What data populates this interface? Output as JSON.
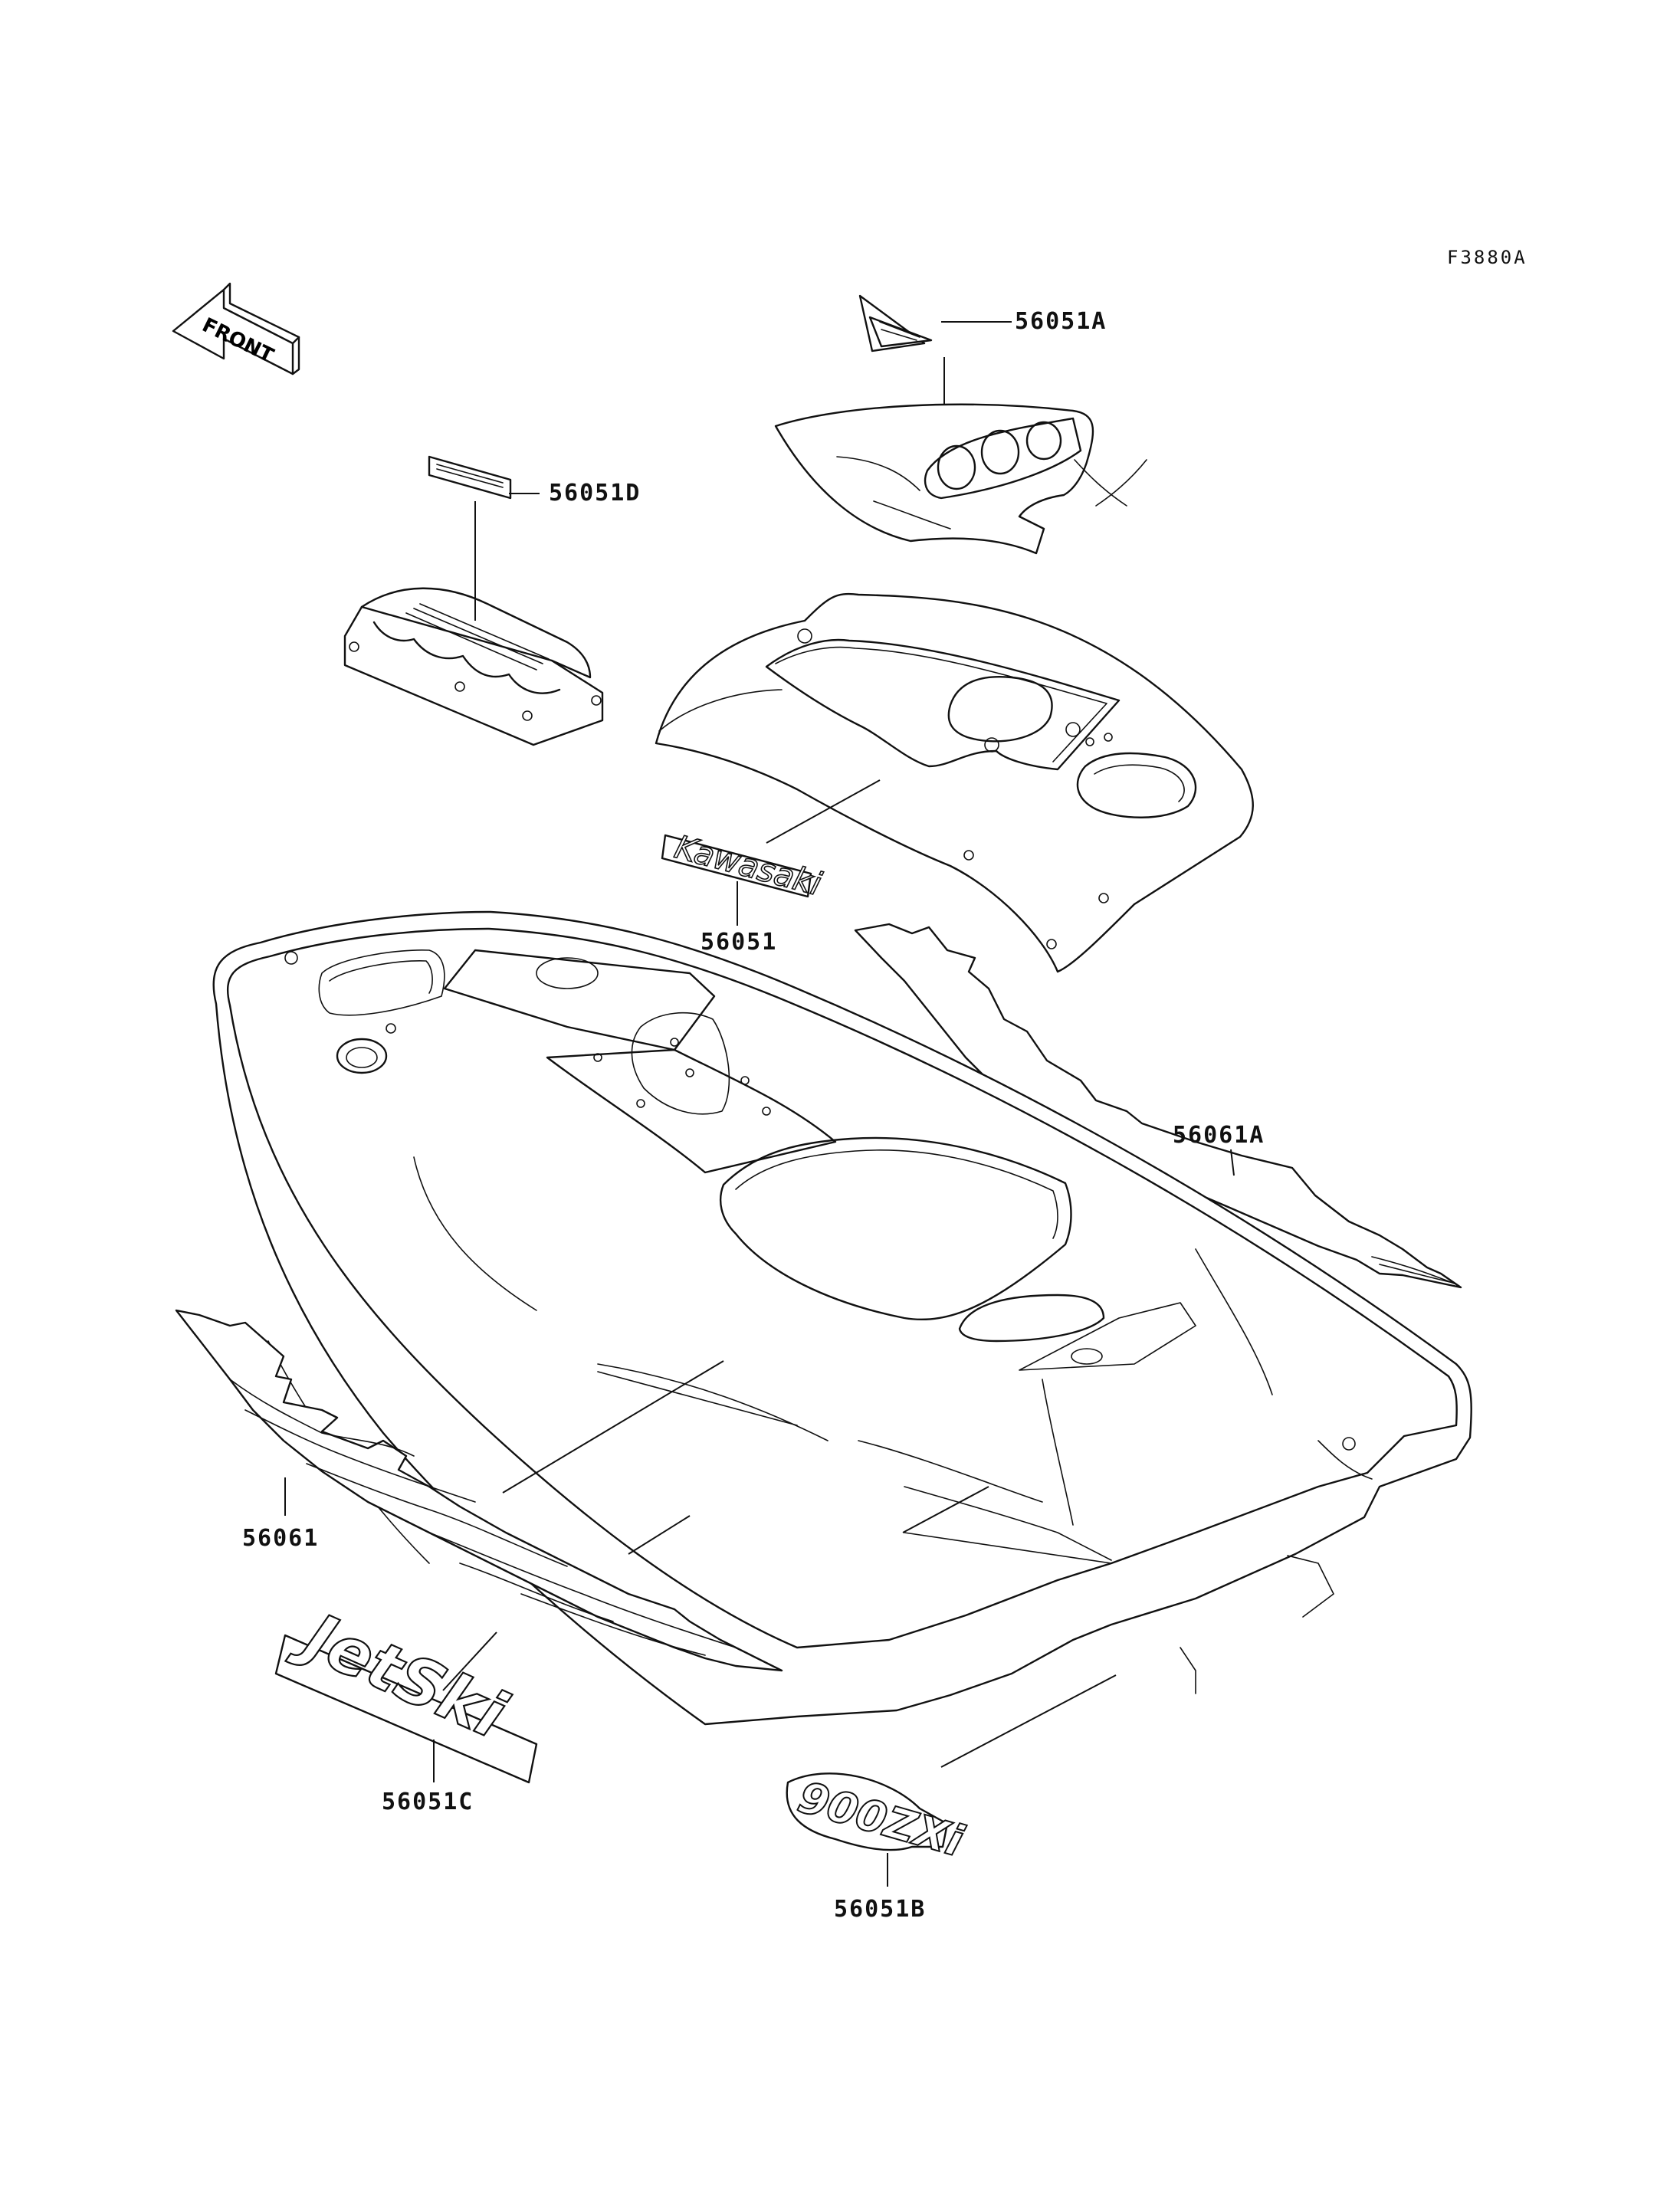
{
  "figure_code": "F3880A",
  "front_arrow": {
    "label": "FRONT",
    "icon": "front-direction-arrow-icon"
  },
  "decals": {
    "kawasaki_logo": "Kawasaki",
    "jetski_logo": "JetSki",
    "model_logo": "900ZXi"
  },
  "callouts": {
    "p56051A": "56051A",
    "p56051D": "56051D",
    "p56051": "56051",
    "p56061A": "56061A",
    "p56061": "56061",
    "p56051C": "56051C",
    "p56051B": "56051B"
  }
}
